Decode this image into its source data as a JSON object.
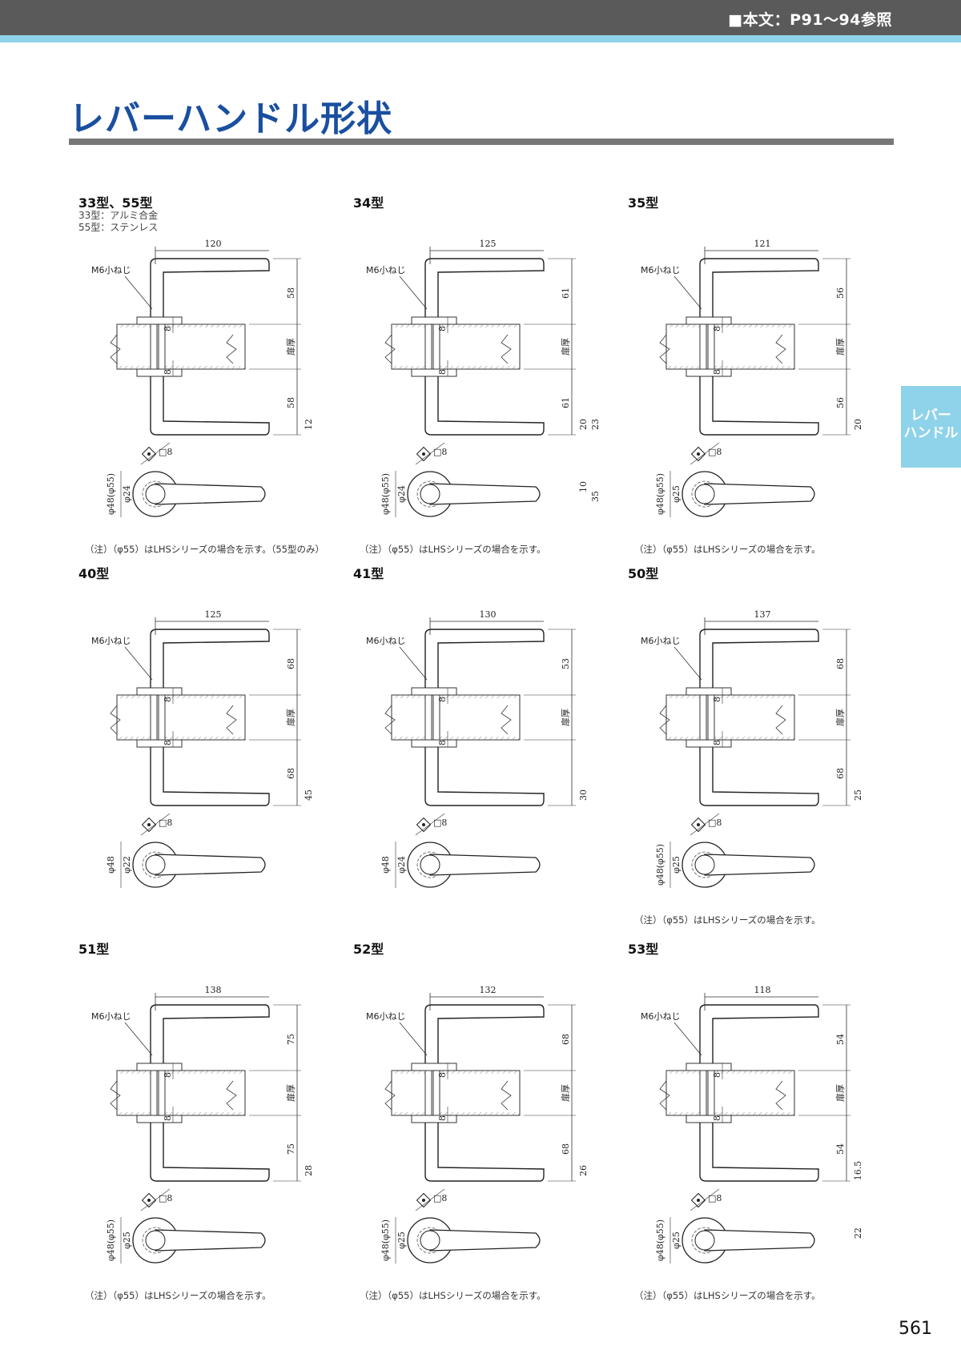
{
  "header": {
    "reference": "■本文：P91〜94参照"
  },
  "page": {
    "title": "レバーハンドル形状",
    "number": "561"
  },
  "side_tab": {
    "line1": "レバー",
    "line2": "ハンドル"
  },
  "common": {
    "screw": "M6小ねじ",
    "door": "扉厚",
    "sq": "□8",
    "eight": "8"
  },
  "panels": [
    {
      "model": "33型、55型",
      "mat1": "33型：アルミ合金",
      "mat2": "55型：ステンレス",
      "width": "120",
      "up": "58",
      "down": "58",
      "tip": "12",
      "rose": "φ48(φ55)",
      "hole": "φ24",
      "note": "（注）（φ55）はLHSシリーズの場合を示す。（55型のみ）"
    },
    {
      "model": "34型",
      "width": "125",
      "up": "61",
      "down": "61",
      "tip": "20",
      "tip2": "23",
      "rose": "φ48(φ55)",
      "hole": "φ24",
      "t1": "10",
      "t2": "35",
      "note": "（注）（φ55）はLHSシリーズの場合を示す。"
    },
    {
      "model": "35型",
      "width": "121",
      "up": "56",
      "down": "56",
      "tip": "20",
      "rose": "φ48(φ55)",
      "hole": "φ25",
      "note": "（注）（φ55）はLHSシリーズの場合を示す。"
    },
    {
      "model": "40型",
      "width": "125",
      "up": "68",
      "down": "68",
      "tip": "45",
      "rose": "φ48",
      "hole": "φ22"
    },
    {
      "model": "41型",
      "width": "130",
      "up": "53",
      "tip": "30",
      "rose": "φ48",
      "hole": "φ24"
    },
    {
      "model": "50型",
      "width": "137",
      "up": "68",
      "down": "68",
      "tip": "25",
      "rose": "φ48(φ55)",
      "hole": "φ25",
      "note": "（注）（φ55）はLHSシリーズの場合を示す。"
    },
    {
      "model": "51型",
      "width": "138",
      "up": "75",
      "down": "75",
      "tip": "28",
      "rose": "φ48(φ55)",
      "hole": "φ25",
      "note": "（注）（φ55）はLHSシリーズの場合を示す。"
    },
    {
      "model": "52型",
      "width": "132",
      "up": "68",
      "down": "68",
      "tip": "26",
      "rose": "φ48(φ55)",
      "hole": "φ25",
      "note": "（注）（φ55）はLHSシリーズの場合を示す。"
    },
    {
      "model": "53型",
      "width": "118",
      "up": "54",
      "down": "54",
      "tip": "16.5",
      "rose": "φ48(φ55)",
      "hole": "φ25",
      "t1": "22",
      "note": "（注）（φ55）はLHSシリーズの場合を示す。"
    }
  ]
}
